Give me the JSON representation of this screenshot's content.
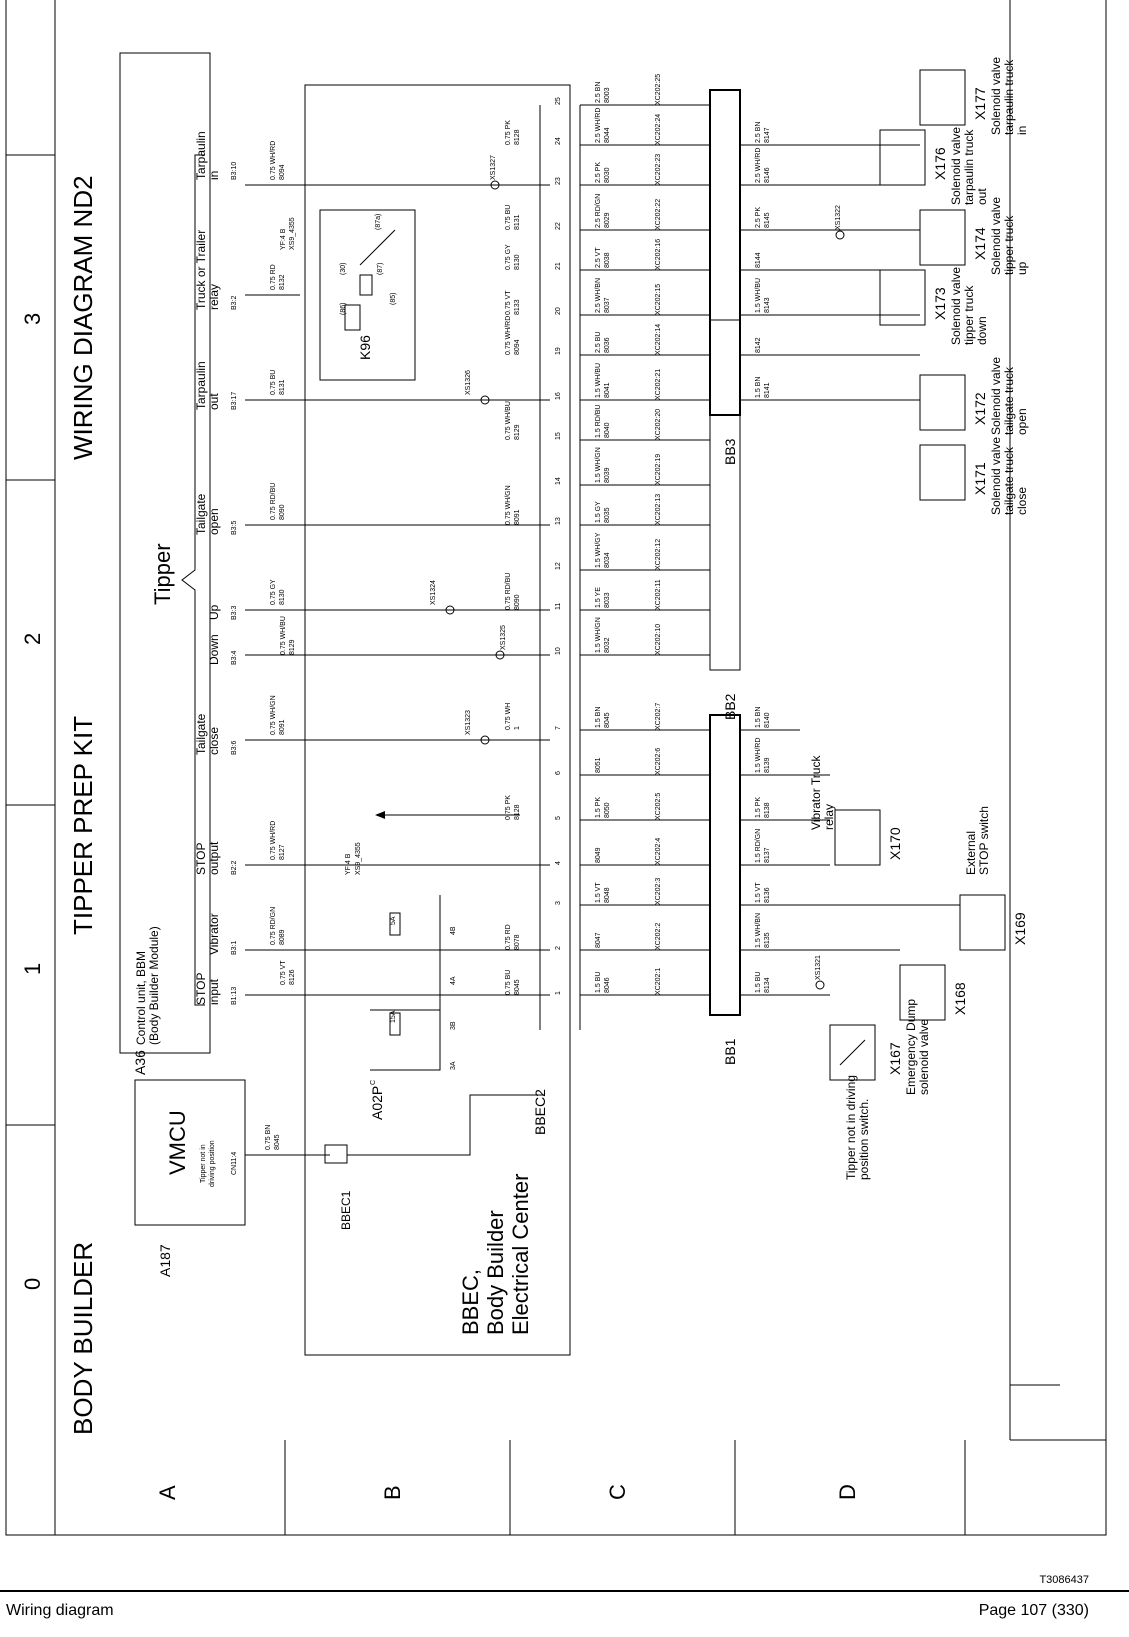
{
  "titles": {
    "section": "BODY BUILDER",
    "kit": "TIPPER PREP KIT",
    "diagram": "WIRING DIAGRAM ND2",
    "tipper": "Tipper"
  },
  "grid": {
    "columns": [
      "0",
      "1",
      "2",
      "3"
    ],
    "rows": [
      "A",
      "B",
      "C",
      "D"
    ]
  },
  "components": {
    "a187": {
      "ref": "A187",
      "name": "VMCU",
      "desc_line1": "Tipper not in",
      "desc_line2": "driving position",
      "pin": "CN11:4"
    },
    "a36": {
      "ref": "A36",
      "line1": "Control unit, BBM",
      "line2": "(Body Builder Module)"
    },
    "bbec": {
      "line1": "BBEC,",
      "line2": "Body Builder",
      "line3": "Electrical Center",
      "conn1": "BBEC1",
      "conn2": "BBEC2",
      "fuse_holder": "A02P"
    },
    "k96": {
      "ref": "K96",
      "p86": "(86)",
      "p85": "(85)",
      "p30": "(30)",
      "p87": "(87)",
      "p87a": "(87a)"
    },
    "fuses": {
      "f1": "15A",
      "f2": "5A",
      "c": "C",
      "p3a": "3A",
      "p3b": "3B",
      "p4a": "4A",
      "p4b": "4B"
    },
    "yf": {
      "top_a": "YF:4 B",
      "top_b": "XS9_4355",
      "mid_a": "YF:4 B",
      "mid_b": "XS9_4355"
    },
    "bb1": "BB1",
    "bb2": "BB2",
    "bb3": "BB3",
    "x167": {
      "ref": "X167",
      "line1": "Tipper not in driving",
      "line2": "position switch."
    },
    "x168": {
      "ref": "X168",
      "line1": "Emergency Dump",
      "line2": "solenoid valve"
    },
    "x169": {
      "ref": "X169",
      "line1": "External",
      "line2": "STOP switch"
    },
    "x170": {
      "ref": "X170",
      "line1": "Vibrator Truck",
      "line2": "relay"
    },
    "x171": {
      "ref": "X171",
      "line1": "Solenoid valve",
      "line2": "tailgate truck",
      "line3": "close"
    },
    "x172": {
      "ref": "X172",
      "line1": "Solenoid valve",
      "line2": "tailgate truck",
      "line3": "open"
    },
    "x173": {
      "ref": "X173",
      "line1": "Solenoid valve",
      "line2": "tipper truck",
      "line3": "down"
    },
    "x174": {
      "ref": "X174",
      "line1": "Solenoid valve",
      "line2": "tipper truck",
      "line3": "up"
    },
    "x176": {
      "ref": "X176",
      "line1": "Solenoid valve",
      "line2": "tarpaulin truck",
      "line3": "out"
    },
    "x177": {
      "ref": "X177",
      "line1": "Solenoid valve",
      "line2": "tarpaulin truck",
      "line3": "in"
    }
  },
  "bbm_outputs": [
    {
      "label1": "STOP",
      "label2": "input",
      "pin": "B1:13"
    },
    {
      "label1": "",
      "label2": "Vibrator",
      "pin": "B3:1"
    },
    {
      "label1": "STOP",
      "label2": "output",
      "pin": "B2:2"
    },
    {
      "label1": "Tailgate",
      "label2": "close",
      "pin": "B3:6"
    },
    {
      "label1": "",
      "label2": "Down",
      "pin": "B3:4"
    },
    {
      "label1": "",
      "label2": "Up",
      "pin": "B3:3"
    },
    {
      "label1": "Tailgate",
      "label2": "open",
      "pin": "B3:5"
    },
    {
      "label1": "Tarpaulin",
      "label2": "out",
      "pin": "B3:17"
    },
    {
      "label1": "Truck or Trailer",
      "label2": "relay",
      "pin": "B3:2"
    },
    {
      "label1": "Tarpaulin",
      "label2": "in",
      "pin": "B3:10"
    }
  ],
  "wires_a": [
    {
      "w1": "0.75 VT",
      "w2": "8126"
    },
    {
      "w1": "0.75 RD/GN",
      "w2": "8089"
    },
    {
      "w1": "0.75 WH/RD",
      "w2": "8127"
    },
    {
      "w1": "0.75 WH/GN",
      "w2": "8091"
    },
    {
      "w1": "0.75 WH/BU",
      "w2": "8129"
    },
    {
      "w1": "0.75 GY",
      "w2": "8130"
    },
    {
      "w1": "0.75 RD/BU",
      "w2": "8090"
    },
    {
      "w1": "0.75 BU",
      "w2": "8131"
    },
    {
      "w1": "0.75 RD",
      "w2": "8132"
    },
    {
      "w1": "0.75 WH/RD",
      "w2": "8094"
    }
  ],
  "vmcu_wire": {
    "w1": "0.75 BN",
    "w2": "8045"
  },
  "bbec2_pins": [
    "1",
    "2",
    "3",
    "4",
    "5",
    "6",
    "7",
    "10",
    "11",
    "12",
    "13",
    "14",
    "15",
    "16",
    "19",
    "20",
    "21",
    "22",
    "23",
    "24",
    "25"
  ],
  "bbec2_wires": [
    {
      "w1": "0.75 BU",
      "w2": "8045"
    },
    {
      "w1": "0.75 RD",
      "w2": "8078"
    },
    {
      "w1": "0.75 PK",
      "w2": "8128"
    },
    {
      "w1": "0.75 WH",
      "w2": "1"
    },
    {
      "w1": "0.75 RD/BU",
      "w2": "8090"
    },
    {
      "w1": "0.75 WH/GN",
      "w2": "8091"
    },
    {
      "w1": "0.75 WH/BU",
      "w2": "8129"
    },
    {
      "w1": "0.75 WH/RD",
      "w2": "8094"
    },
    {
      "w1": "0.75 VT",
      "w2": "8133"
    },
    {
      "w1": "0.75 GY",
      "w2": "8130"
    },
    {
      "w1": "0.75 BU",
      "w2": "8131"
    },
    {
      "w1": "0.75 PK",
      "w2": "8128"
    }
  ],
  "splices": [
    "XS1323",
    "XS1324",
    "XS1325",
    "XS1326",
    "XS1327",
    "XS1321",
    "XS1322"
  ],
  "xc_labels": [
    "XC202:1",
    "XC202:2",
    "XC202:3",
    "XC202:4",
    "XC202:5",
    "XC202:6",
    "XC202:7",
    "XC202:10",
    "XC202:11",
    "XC202:12",
    "XC202:13",
    "XC202:19",
    "XC202:20",
    "XC202:21",
    "XC202:14",
    "XC202:15",
    "XC202:16",
    "XC202:22",
    "XC202:23",
    "XC202:24",
    "XC202:25"
  ],
  "c_wires": [
    {
      "w1": "1.5 BU",
      "w2": "8046"
    },
    {
      "w1": "8047",
      "w2": ""
    },
    {
      "w1": "1.5 VT",
      "w2": "8048"
    },
    {
      "w1": "8049",
      "w2": ""
    },
    {
      "w1": "1.5 PK",
      "w2": "8050"
    },
    {
      "w1": "8051",
      "w2": ""
    },
    {
      "w1": "1.5 BN",
      "w2": "8045"
    },
    {
      "w1": "1.5 WH/GN",
      "w2": "8032"
    },
    {
      "w1": "1.5 YE",
      "w2": "8033"
    },
    {
      "w1": "1.5 WH/GY",
      "w2": "8034"
    },
    {
      "w1": "1.5 GY",
      "w2": "8035"
    },
    {
      "w1": "1.5 WH/GN",
      "w2": "8039"
    },
    {
      "w1": "1.5 RD/BU",
      "w2": "8040"
    },
    {
      "w1": "1.5 WH/BU",
      "w2": "8041"
    },
    {
      "w1": "2.5 BU",
      "w2": "8036"
    },
    {
      "w1": "2.5 WH/BN",
      "w2": "8037"
    },
    {
      "w1": "2.5 VT",
      "w2": "8038"
    },
    {
      "w1": "2.5 RD/GN",
      "w2": "8029"
    },
    {
      "w1": "2.5 PK",
      "w2": "8030"
    },
    {
      "w1": "2.5 WH/RD",
      "w2": "8044"
    },
    {
      "w1": "2.5 BN",
      "w2": "8003"
    }
  ],
  "d_wires": [
    {
      "w1": "1.5 BU",
      "w2": "8134"
    },
    {
      "w1": "1.5 WH/BN",
      "w2": "8135"
    },
    {
      "w1": "1.5 VT",
      "w2": "8136"
    },
    {
      "w1": "1.5 RD/GN",
      "w2": "8137"
    },
    {
      "w1": "1.5 PK",
      "w2": "8138"
    },
    {
      "w1": "1.5 WH/RD",
      "w2": "8139"
    },
    {
      "w1": "1.5 BN",
      "w2": "8140"
    },
    {
      "w1": "1.5 BN",
      "w2": "8141"
    },
    {
      "w1": "8142",
      "w2": ""
    },
    {
      "w1": "1.5 WH/BU",
      "w2": "8143"
    },
    {
      "w1": "8144",
      "w2": ""
    },
    {
      "w1": "2.5 PK",
      "w2": "8145"
    },
    {
      "w1": "2.5 WH/RD",
      "w2": "8146"
    },
    {
      "w1": "2.5 BN",
      "w2": "8147"
    }
  ],
  "footer": {
    "left": "Wiring diagram",
    "right": "Page 107 (330)",
    "docid": "T3086437"
  }
}
